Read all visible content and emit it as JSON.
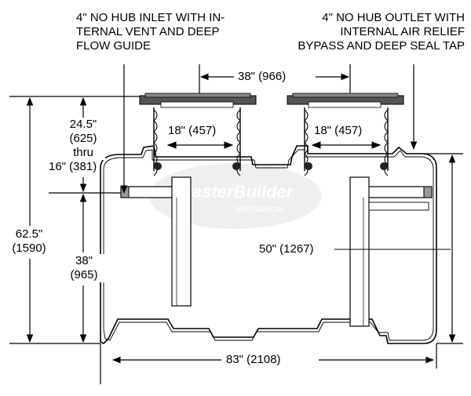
{
  "callouts": {
    "inlet": "4\" NO HUB INLET WITH IN-\nTERNAL VENT AND DEEP\nFLOW GUIDE",
    "outlet": "4\" NO HUB OUTLET WITH\nINTERNAL AIR RELIEF\nBYPASS AND DEEP SEAL TAP"
  },
  "dimensions": {
    "port_spacing": "38\" (966)",
    "inlet_diameter": "18\" (457)",
    "outlet_diameter": "18\" (457)",
    "riser_range_top": "24.5\"",
    "riser_range_top_mm": "(625)",
    "riser_range_mid": "thru",
    "riser_range_bottom": "16\" (381)",
    "overall_height": "62.5\"",
    "overall_height_mm": "(1590)",
    "inlet_height": "38\"",
    "inlet_height_mm": "(965)",
    "body_height": "50\" (1267)",
    "overall_length": "83\" (2108)"
  },
  "watermark": {
    "main": "MasterBuilder",
    "sub": "Mechanical"
  }
}
